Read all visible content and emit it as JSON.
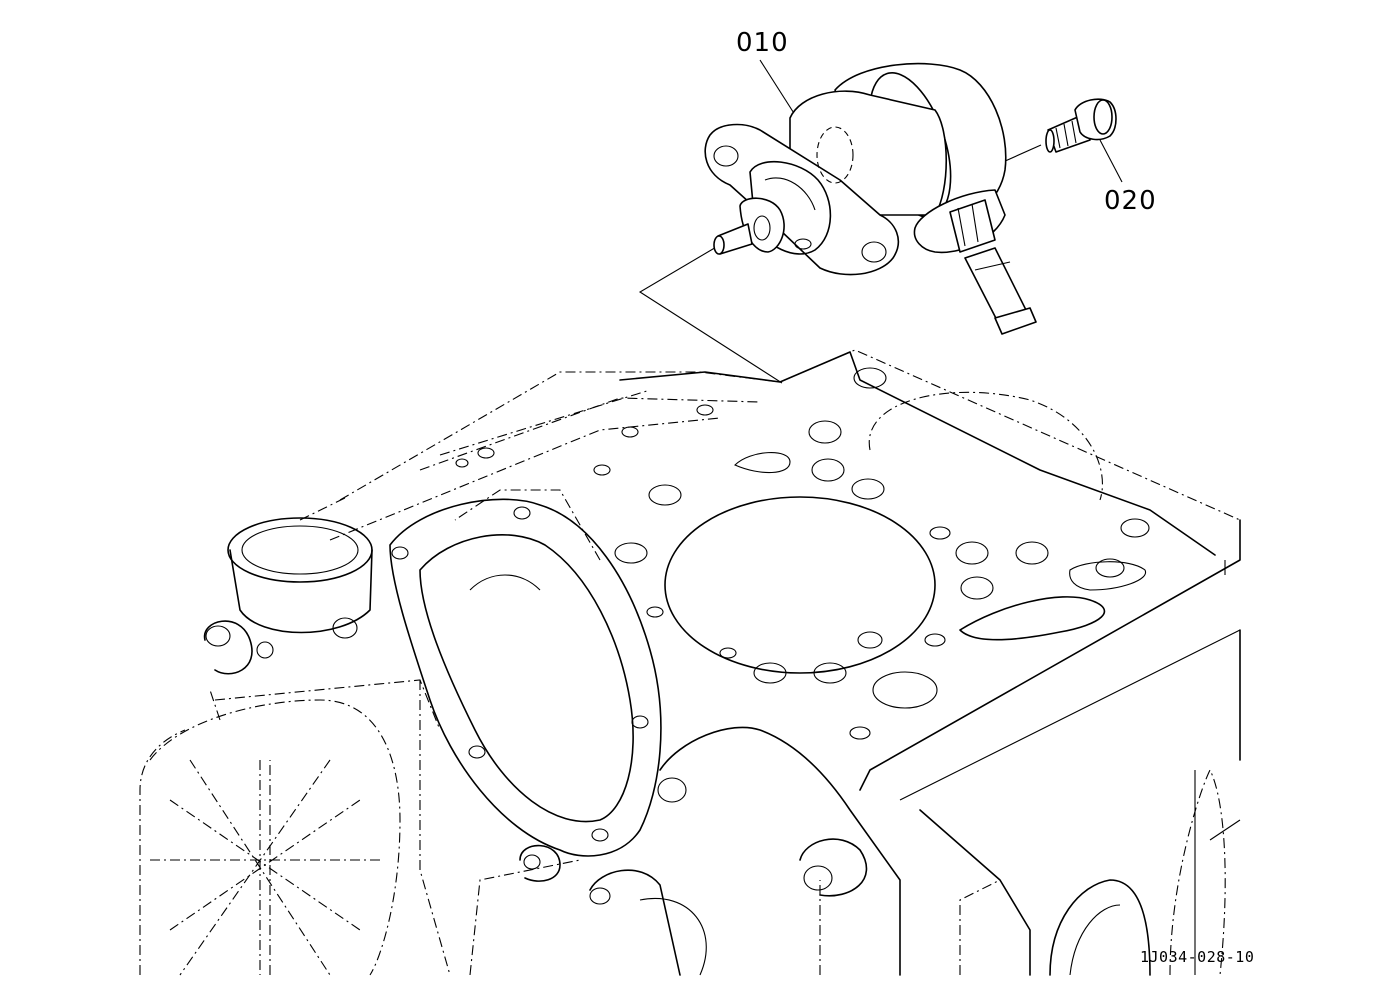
{
  "callouts": {
    "part_010": "010",
    "part_020": "020"
  },
  "figure_code": "1J034-028-10",
  "colors": {
    "line": "#000000",
    "background": "#ffffff"
  }
}
